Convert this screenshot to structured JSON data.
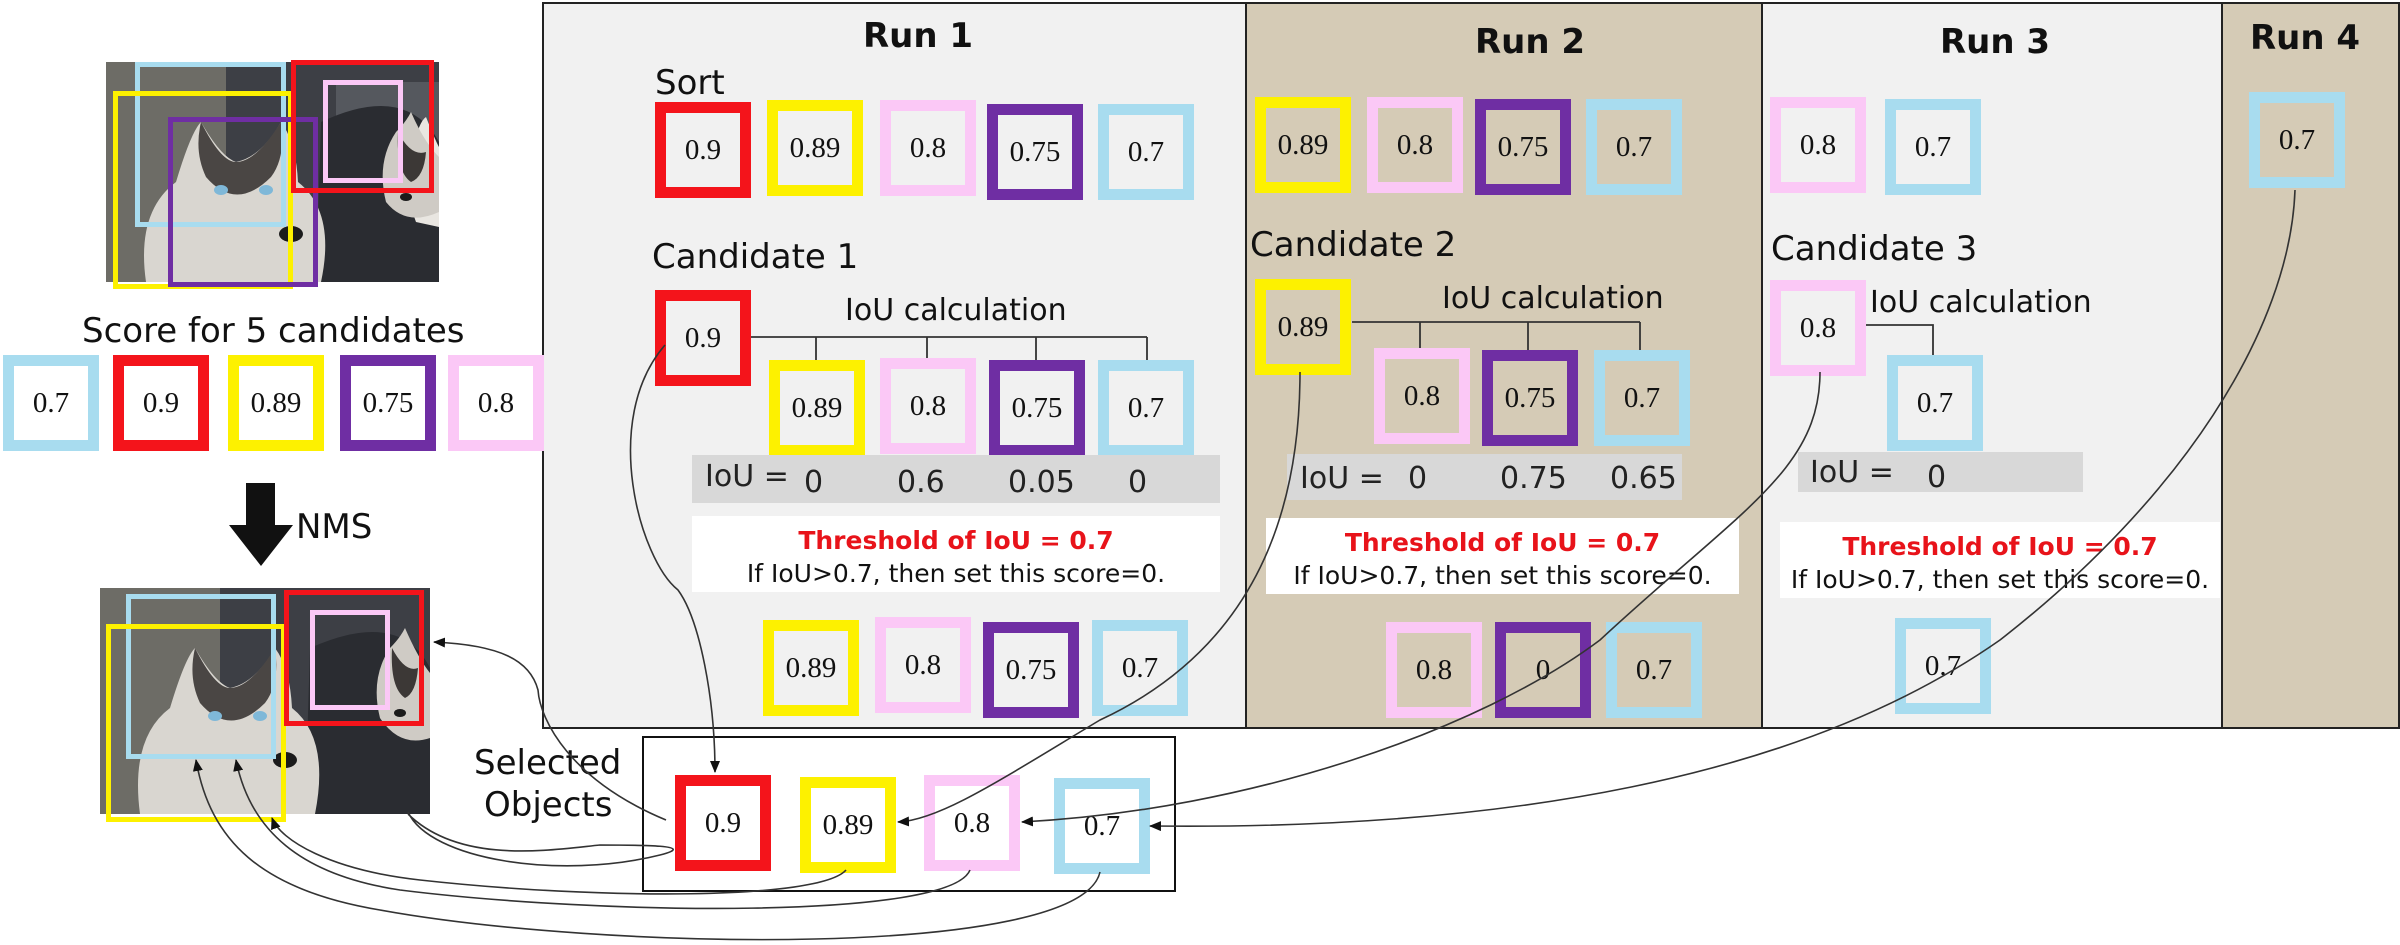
{
  "colors": {
    "red": "#f4141b",
    "yellow": "#fdf100",
    "pink": "#fbc8f6",
    "purple": "#6f2ea3",
    "blue": "#a8dcef",
    "threshold_text": "#e8131a",
    "run1_bg": "#f1f1f1",
    "run2_bg": "#d5cbb6",
    "run3_bg": "#f1f1f1",
    "run4_bg": "#d5cbb6"
  },
  "left": {
    "score_title": "Score for 5 candidates",
    "scores": [
      "0.7",
      "0.9",
      "0.89",
      "0.75",
      "0.8"
    ],
    "nms_label": "NMS"
  },
  "run1": {
    "title": "Run 1",
    "sort_label": "Sort",
    "sorted": [
      "0.9",
      "0.89",
      "0.8",
      "0.75",
      "0.7"
    ],
    "candidate_label": "Candidate 1",
    "candidate_value": "0.9",
    "iou_calc_label": "IoU calculation",
    "compare": [
      "0.89",
      "0.8",
      "0.75",
      "0.7"
    ],
    "iou_label": "IoU =",
    "iou_values": [
      "0",
      "0.6",
      "0.05",
      "0"
    ],
    "threshold_title": "Threshold of IoU = 0.7",
    "threshold_rule": "If IoU>0.7, then set this score=0.",
    "result": [
      "0.89",
      "0.8",
      "0.75",
      "0.7"
    ]
  },
  "run2": {
    "title": "Run 2",
    "sorted": [
      "0.89",
      "0.8",
      "0.75",
      "0.7"
    ],
    "candidate_label": "Candidate 2",
    "candidate_value": "0.89",
    "iou_calc_label": "IoU calculation",
    "compare": [
      "0.8",
      "0.75",
      "0.7"
    ],
    "iou_label": "IoU =",
    "iou_values": [
      "0",
      "0.75",
      "0.65"
    ],
    "threshold_title": "Threshold of IoU = 0.7",
    "threshold_rule": "If IoU>0.7, then set this score=0.",
    "result": [
      "0.8",
      "0",
      "0.7"
    ]
  },
  "run3": {
    "title": "Run 3",
    "sorted": [
      "0.8",
      "0.7"
    ],
    "candidate_label": "Candidate 3",
    "candidate_value": "0.8",
    "iou_calc_label": "IoU calculation",
    "compare": [
      "0.7"
    ],
    "iou_label": "IoU =",
    "iou_values": [
      "0"
    ],
    "threshold_title": "Threshold of IoU = 0.7",
    "threshold_rule": "If IoU>0.7, then set this score=0.",
    "result": [
      "0.7"
    ]
  },
  "run4": {
    "title": "Run 4",
    "value": "0.7"
  },
  "selected": {
    "label_line1": "Selected",
    "label_line2": "Objects",
    "values": [
      "0.9",
      "0.89",
      "0.8",
      "0.7"
    ]
  }
}
